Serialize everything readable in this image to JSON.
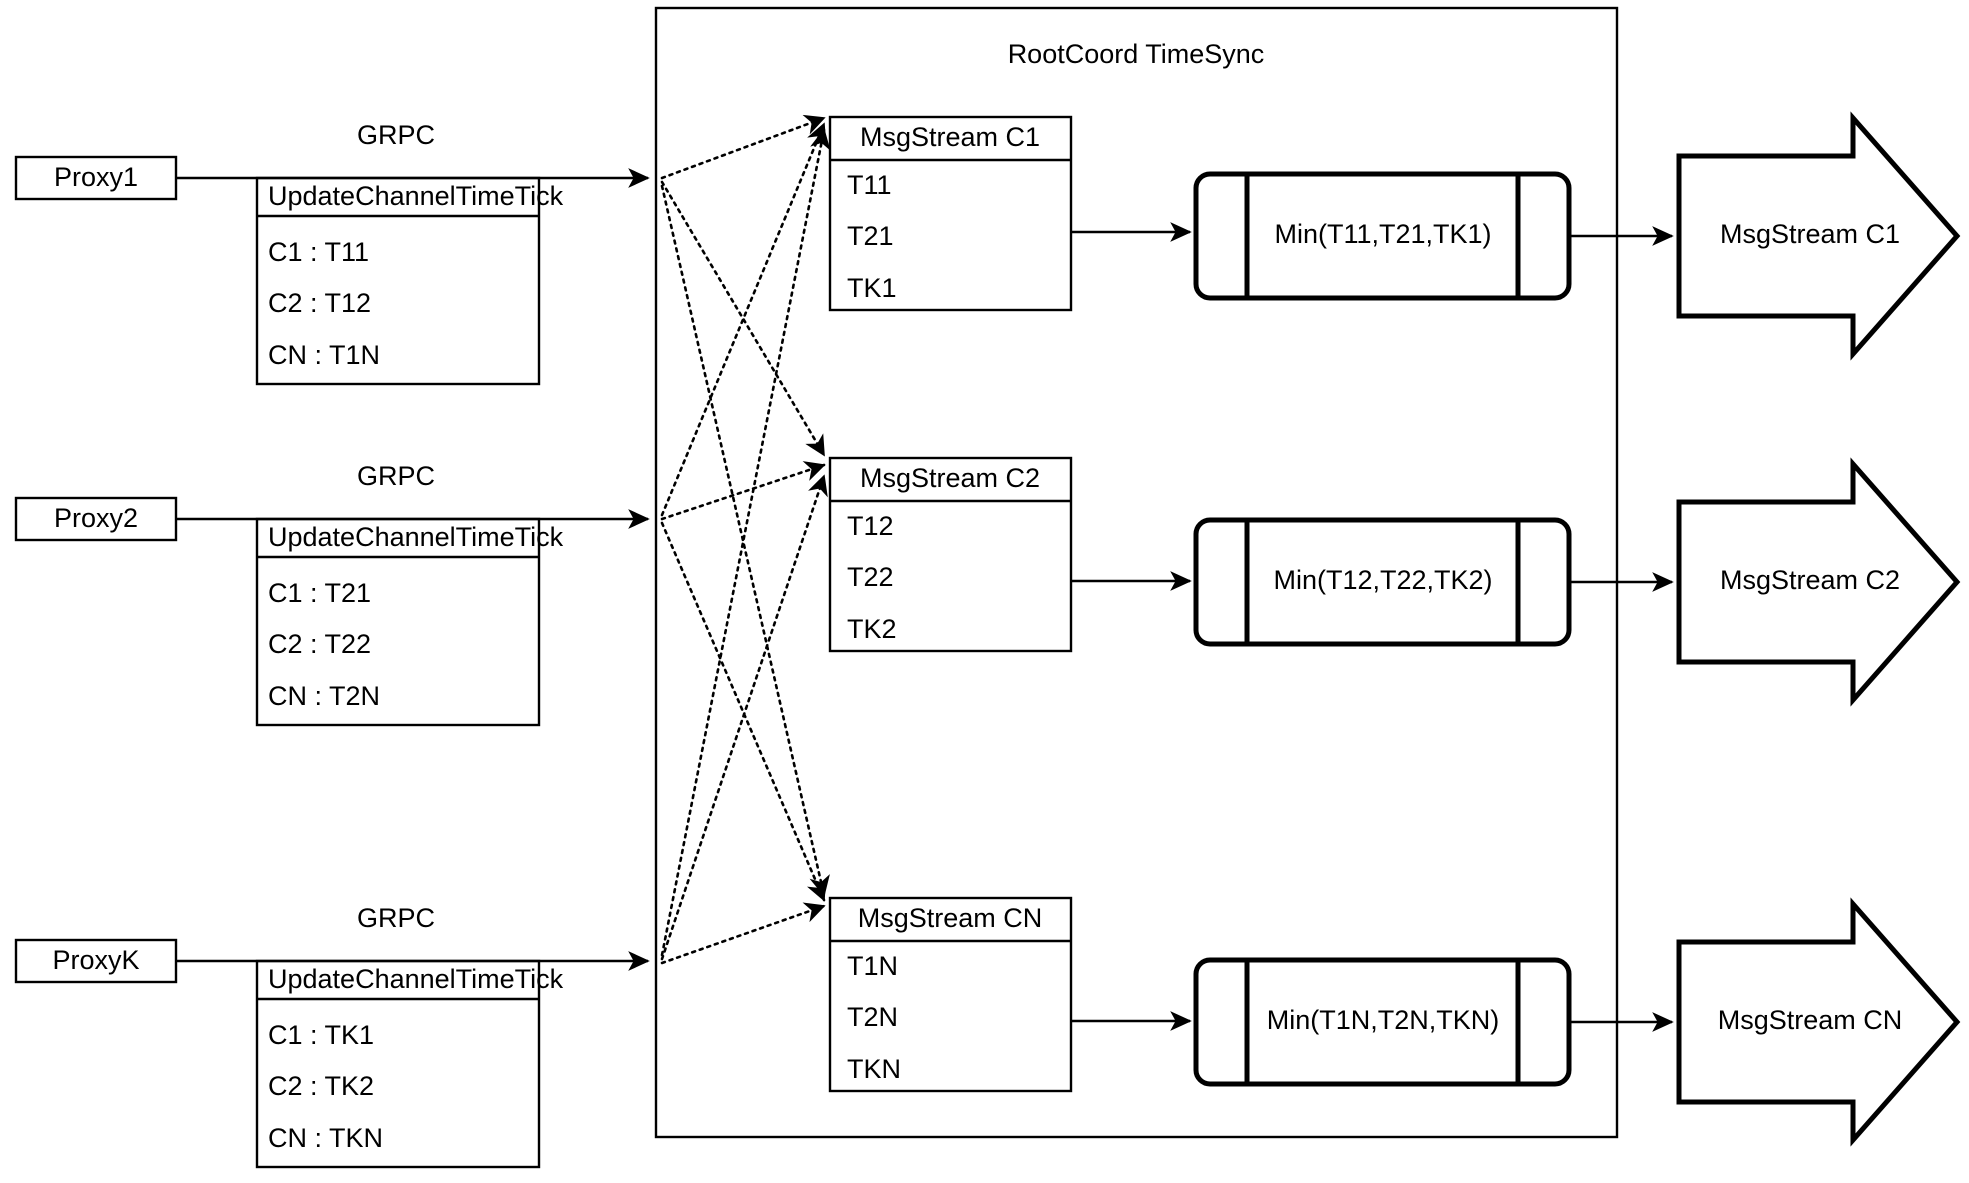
{
  "diagram": {
    "title": "RootCoord TimeSync",
    "container_label": "RootCoord TimeSync",
    "background_color": "#ffffff",
    "line_color": "#000000"
  },
  "proxies": [
    {
      "name": "Proxy1",
      "link_label": "GRPC",
      "request_title": "UpdateChannelTimeTick",
      "rows": [
        "C1 :  T11",
        "C2 :  T12",
        "CN : T1N"
      ]
    },
    {
      "name": "Proxy2",
      "link_label": "GRPC",
      "request_title": "UpdateChannelTimeTick",
      "rows": [
        "C1 :  T21",
        "C2 :  T22",
        "CN : T2N"
      ]
    },
    {
      "name": "ProxyK",
      "link_label": "GRPC",
      "request_title": "UpdateChannelTimeTick",
      "rows": [
        "C1 :  TK1",
        "C2 :  TK2",
        "CN : TKN"
      ]
    }
  ],
  "channels": [
    {
      "stream_title": "MsgStream C1",
      "ticks": [
        "T11",
        "T21",
        "TK1"
      ],
      "min_label": "Min(T11,T21,TK1)",
      "output_label": "MsgStream C1"
    },
    {
      "stream_title": "MsgStream C2",
      "ticks": [
        "T12",
        "T22",
        "TK2"
      ],
      "min_label": "Min(T12,T22,TK2)",
      "output_label": "MsgStream C2"
    },
    {
      "stream_title": "MsgStream CN",
      "ticks": [
        "T1N",
        "T2N",
        "TKN"
      ],
      "min_label": "Min(T1N,T2N,TKN)",
      "output_label": "MsgStream CN"
    }
  ]
}
